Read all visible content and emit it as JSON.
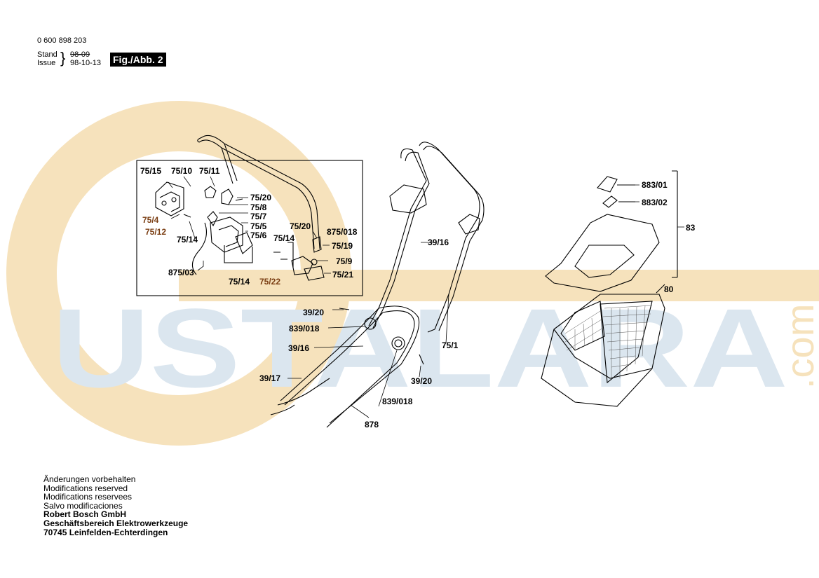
{
  "header": {
    "part_number": "0 600 898 203",
    "stand_label": "Stand",
    "issue_label": "Issue",
    "stand_date_struck": "98-09",
    "issue_date": "98-10-13",
    "figure_label": "Fig./Abb. 2"
  },
  "watermark": {
    "text": "USTALARA",
    "suffix": ".com",
    "colors": {
      "letters": "#dbe6ef",
      "ring": "#f6e2bc"
    }
  },
  "callouts": {
    "c75_15": "75/15",
    "c75_10": "75/10",
    "c75_11": "75/11",
    "c75_20a": "75/20",
    "c75_8": "75/8",
    "c75_7": "75/7",
    "c75_4": "75/4",
    "c75_5": "75/5",
    "c75_12": "75/12",
    "c75_6": "75/6",
    "c75_14a": "75/14",
    "c875_03": "875/03",
    "c75_14b": "75/14",
    "c75_22": "75/22",
    "c75_20b": "75/20",
    "c875_018": "875/018",
    "c75_14c": "75/14",
    "c75_19": "75/19",
    "c75_9": "75/9",
    "c75_21": "75/21",
    "c39_16a": "39/16",
    "c39_20a": "39/20",
    "c839_018a": "839/018",
    "c39_16b": "39/16",
    "c39_17": "39/17",
    "c75_1": "75/1",
    "c39_20b": "39/20",
    "c839_018b": "839/018",
    "c878": "878",
    "c883_01": "883/01",
    "c883_02": "883/02",
    "c83": "83",
    "c80": "80"
  },
  "footer": {
    "line1": "Änderungen vorbehalten",
    "line2": "Modifications reserved",
    "line3": "Modifications reservees",
    "line4": "Salvo modificaciones",
    "company": "Robert Bosch GmbH",
    "division": "Geschäftsbereich Elektrowerkzeuge",
    "address": "70745 Leinfelden-Echterdingen"
  }
}
